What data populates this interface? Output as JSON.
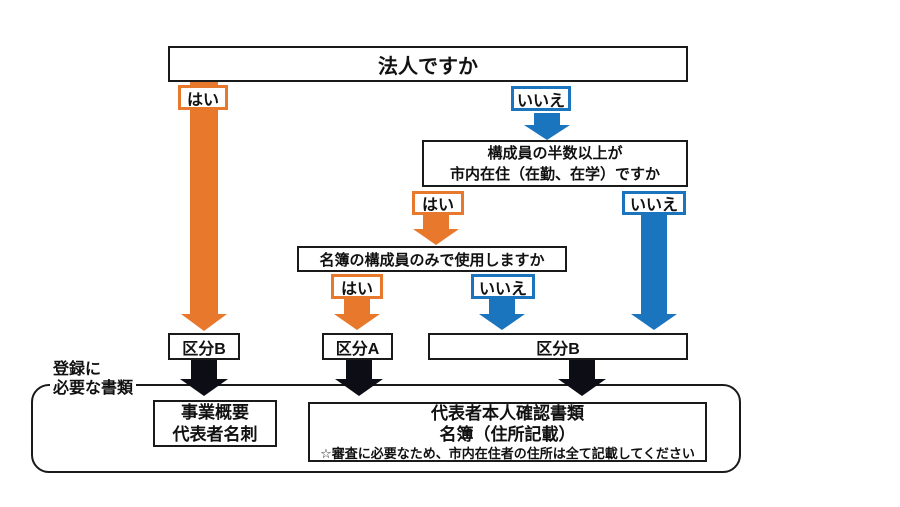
{
  "colors": {
    "orange": "#E8782C",
    "blue": "#1B74BE",
    "arrow_black": "#0d0d15",
    "border": "#1a1a1a",
    "background": "#ffffff"
  },
  "flow": {
    "q1": "法人ですか",
    "yes": "はい",
    "no": "いいえ",
    "q2": {
      "line1": "構成員の半数以上が",
      "line2": "市内在住（在勤、在学）ですか"
    },
    "q3": "名簿の構成員のみで使用しますか",
    "categories": {
      "left": "区分B",
      "center": "区分A",
      "right": "区分B"
    },
    "section_label": {
      "line1": "登録に",
      "line2": "必要な書類"
    },
    "documents_left": {
      "line1": "事業概要",
      "line2": "代表者名刺"
    },
    "documents_right": {
      "line1": "代表者本人確認書類",
      "line2": "名簿（住所記載）",
      "note": "☆審査に必要なため、市内在住者の住所は全て記載してください"
    }
  }
}
